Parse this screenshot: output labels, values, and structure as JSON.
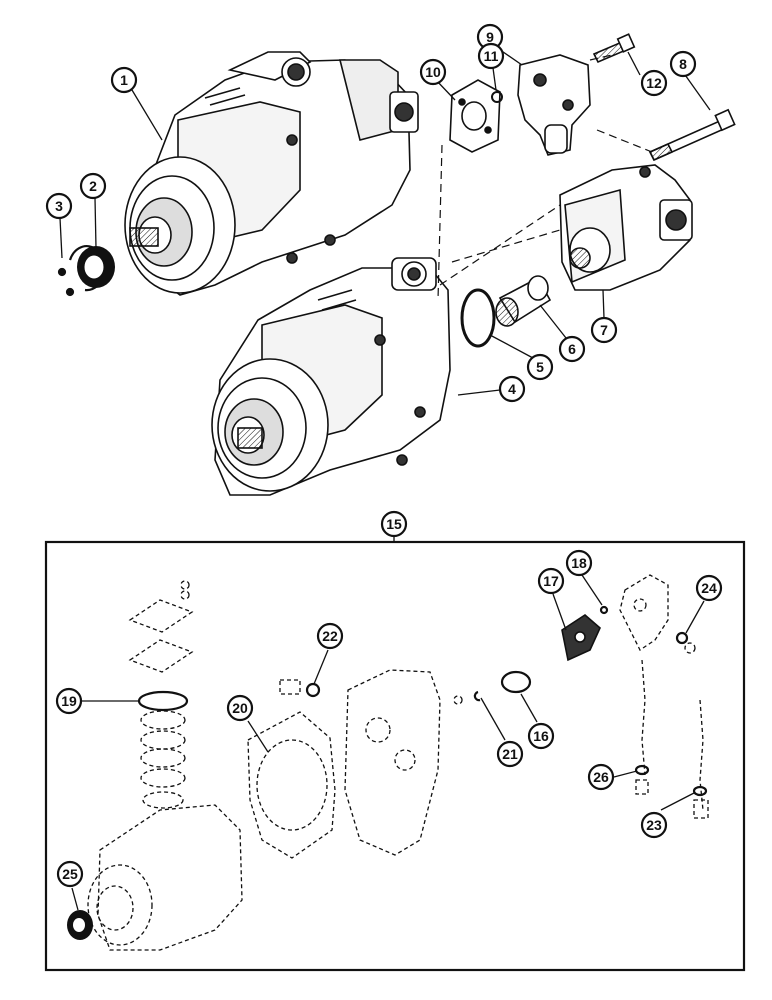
{
  "diagram": {
    "callouts": {
      "c1": "1",
      "c2": "2",
      "c3": "3",
      "c4": "4",
      "c5": "5",
      "c6": "6",
      "c7": "7",
      "c8": "8",
      "c9": "9",
      "c10": "10",
      "c11": "11",
      "c12": "12",
      "c15": "15",
      "c16": "16",
      "c17": "17",
      "c18": "18",
      "c19": "19",
      "c20": "20",
      "c21": "21",
      "c22": "22",
      "c23": "23",
      "c24": "24",
      "c25": "25",
      "c26": "26"
    }
  },
  "colors": {
    "ink": "#111111",
    "paper": "#ffffff",
    "shade": "#555555"
  }
}
